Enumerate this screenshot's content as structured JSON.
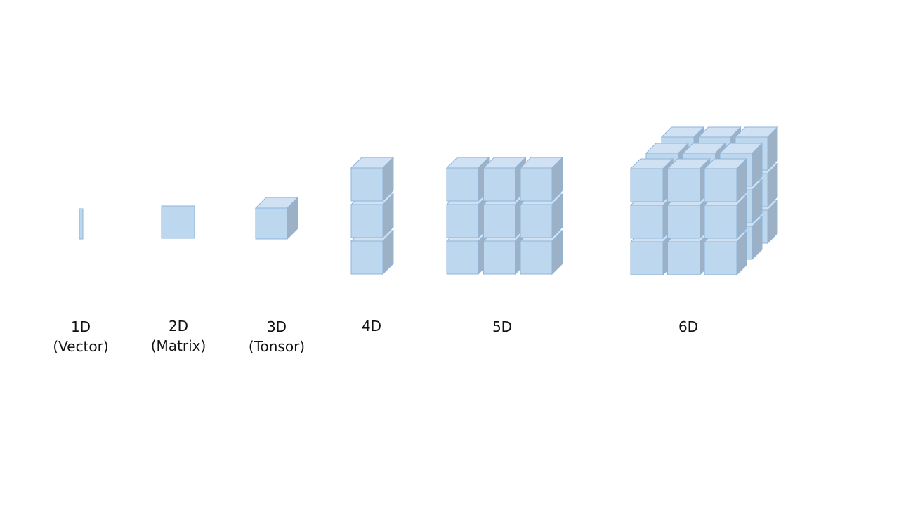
{
  "colors": {
    "front": "#bdd7ee",
    "top": "#cfe1f2",
    "side": "#9cb1c6",
    "stroke": "#8eb4d8"
  },
  "items": [
    {
      "id": "1d",
      "label": "1D",
      "sublabel": "(Vector)"
    },
    {
      "id": "2d",
      "label": "2D",
      "sublabel": "(Matrix)"
    },
    {
      "id": "3d",
      "label": "3D",
      "sublabel": "(Tonsor)"
    },
    {
      "id": "4d",
      "label": "4D",
      "sublabel": ""
    },
    {
      "id": "5d",
      "label": "5D",
      "sublabel": ""
    },
    {
      "id": "6d",
      "label": "6D",
      "sublabel": ""
    }
  ]
}
